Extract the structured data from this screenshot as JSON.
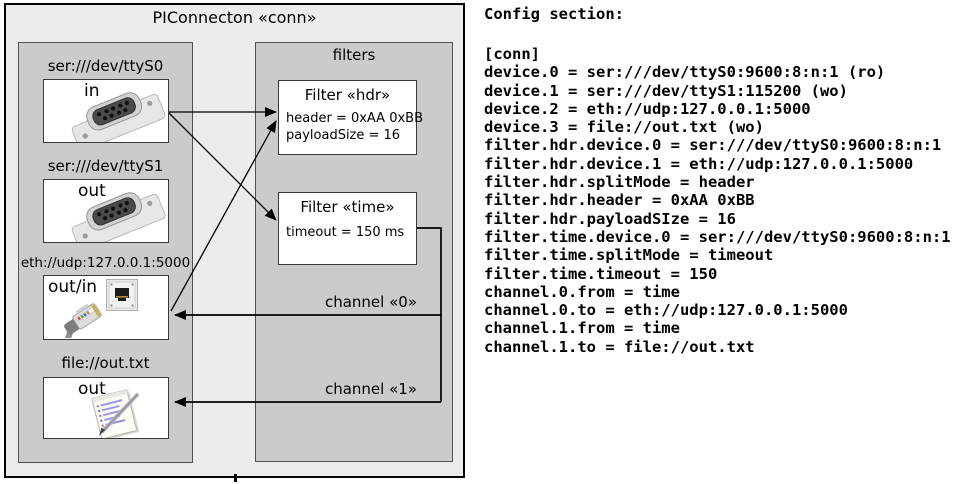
{
  "diagram": {
    "title": "PIConnecton «conn»",
    "filters_panel_label": "filters",
    "devices": [
      {
        "label": "ser:///dev/ttyS0",
        "name": "in",
        "icon": "serial-connector-icon"
      },
      {
        "label": "ser:///dev/ttyS1",
        "name": "out",
        "icon": "serial-connector-icon"
      },
      {
        "label": "eth://udp:127.0.0.1:5000",
        "name": "out/in",
        "icon": "ethernet-jack-icon"
      },
      {
        "label": "file://out.txt",
        "name": "out",
        "icon": "notepad-icon"
      }
    ],
    "filters": [
      {
        "title": "Filter «hdr»",
        "attrs": [
          "header = 0xAA 0xBB",
          "payloadSize = 16"
        ]
      },
      {
        "title": "Filter «time»",
        "attrs": [
          "timeout = 150 ms"
        ]
      }
    ],
    "channels": [
      {
        "label": "channel «0»"
      },
      {
        "label": "channel «1»"
      }
    ]
  },
  "config": {
    "heading": "Config section:",
    "lines": [
      "[conn]",
      "device.0 = ser:///dev/ttyS0:9600:8:n:1 (ro)",
      "device.1 = ser:///dev/ttyS1:115200 (wo)",
      "device.2 = eth://udp:127.0.0.1:5000",
      "device.3 = file://out.txt (wo)",
      "filter.hdr.device.0 = ser:///dev/ttyS0:9600:8:n:1",
      "filter.hdr.device.1 = eth://udp:127.0.0.1:5000",
      "filter.hdr.splitMode = header",
      "filter.hdr.header = 0xAA 0xBB",
      "filter.hdr.payloadSIze = 16",
      "filter.time.device.0 = ser:///dev/ttyS0:9600:8:n:1",
      "filter.time.splitMode = timeout",
      "filter.time.timeout = 150",
      "channel.0.from = time",
      "channel.0.to = eth://udp:127.0.0.1:5000",
      "channel.1.from = time",
      "channel.1.to = file://out.txt"
    ]
  },
  "colors": {
    "canvas_bg": "#ececec",
    "panel_bg": "#cbcbcb",
    "box_bg": "#ffffff",
    "line": "#000000"
  }
}
